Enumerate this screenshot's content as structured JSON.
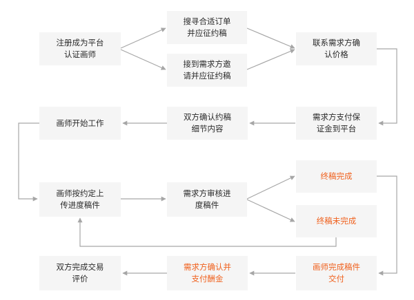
{
  "accent_color": "#f0611e",
  "text_color": "#2b2b2b",
  "node_fill": "#f5f5f5",
  "arrow_color": "#a6a6a6",
  "nodes": {
    "register": {
      "label": "注册成为平台\n认证画师",
      "color": "#2b2b2b"
    },
    "search_order": {
      "label": "搜寻合适订单\n并应征约稿",
      "color": "#2b2b2b"
    },
    "receive_invite": {
      "label": "接到需求方邀\n请并应征约稿",
      "color": "#2b2b2b"
    },
    "contact_client": {
      "label": "联系需求方确\n认价格",
      "color": "#2b2b2b"
    },
    "client_pay_deposit": {
      "label": "需求方支付保\n证金到平台",
      "color": "#2b2b2b"
    },
    "confirm_details": {
      "label": "双方确认约稿\n细节内容",
      "color": "#2b2b2b"
    },
    "start_work": {
      "label": "画师开始工作",
      "color": "#2b2b2b"
    },
    "upload_progress": {
      "label": "画师按约定上\n传进度稿件",
      "color": "#2b2b2b"
    },
    "client_review": {
      "label": "需求方审核进\n度稿件",
      "color": "#2b2b2b"
    },
    "final_done": {
      "label": "终稿完成",
      "color": "#f0611e"
    },
    "final_not_done": {
      "label": "终稿未完成",
      "color": "#f0611e"
    },
    "deliver": {
      "label": "画师完成稿件\n交付",
      "color": "#f0611e"
    },
    "client_pay_fee": {
      "label": "需求方确认并\n支付酬金",
      "color": "#f0611e"
    },
    "mutual_review": {
      "label": "双方完成交易\n评价",
      "color": "#2b2b2b"
    }
  }
}
